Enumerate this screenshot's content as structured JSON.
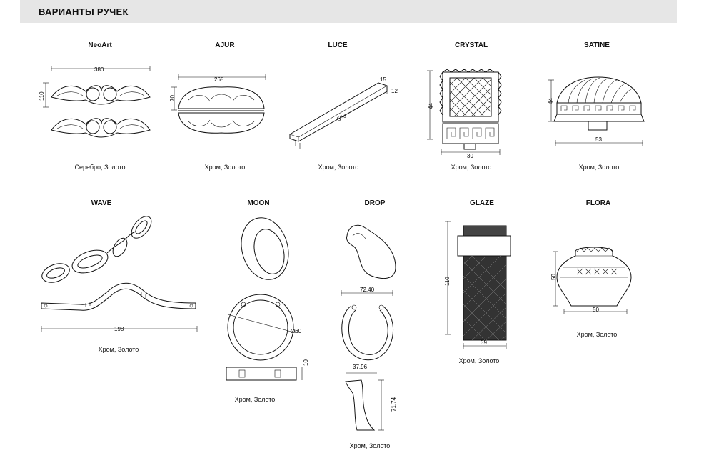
{
  "header": {
    "title": "ВАРИАНТЫ РУЧЕК"
  },
  "handles": [
    {
      "name": "NeoArt",
      "finish": "Серебро, Золото",
      "dims": [
        "380",
        "110"
      ]
    },
    {
      "name": "AJUR",
      "finish": "Хром, Золото",
      "dims": [
        "265",
        "70"
      ]
    },
    {
      "name": "LUCE",
      "finish": "Хром, Золото",
      "dims": [
        "15",
        "12",
        "500"
      ]
    },
    {
      "name": "CRYSTAL",
      "finish": "Хром, Золото",
      "dims": [
        "44",
        "30"
      ]
    },
    {
      "name": "SATINE",
      "finish": "Хром, Золото",
      "dims": [
        "44",
        "53"
      ]
    },
    {
      "name": "WAVE",
      "finish": "Хром, Золото",
      "dims": [
        "198"
      ]
    },
    {
      "name": "MOON",
      "finish": "Хром, Золото",
      "dims": [
        "Ø60",
        "10"
      ]
    },
    {
      "name": "DROP",
      "finish": "Хром, Золото",
      "dims": [
        "72,40",
        "37,96",
        "71,74"
      ]
    },
    {
      "name": "GLAZE",
      "finish": "Хром, Золото",
      "dims": [
        "110",
        "39"
      ]
    },
    {
      "name": "FLORA",
      "finish": "Хром, Золото",
      "dims": [
        "50",
        "50"
      ]
    }
  ]
}
